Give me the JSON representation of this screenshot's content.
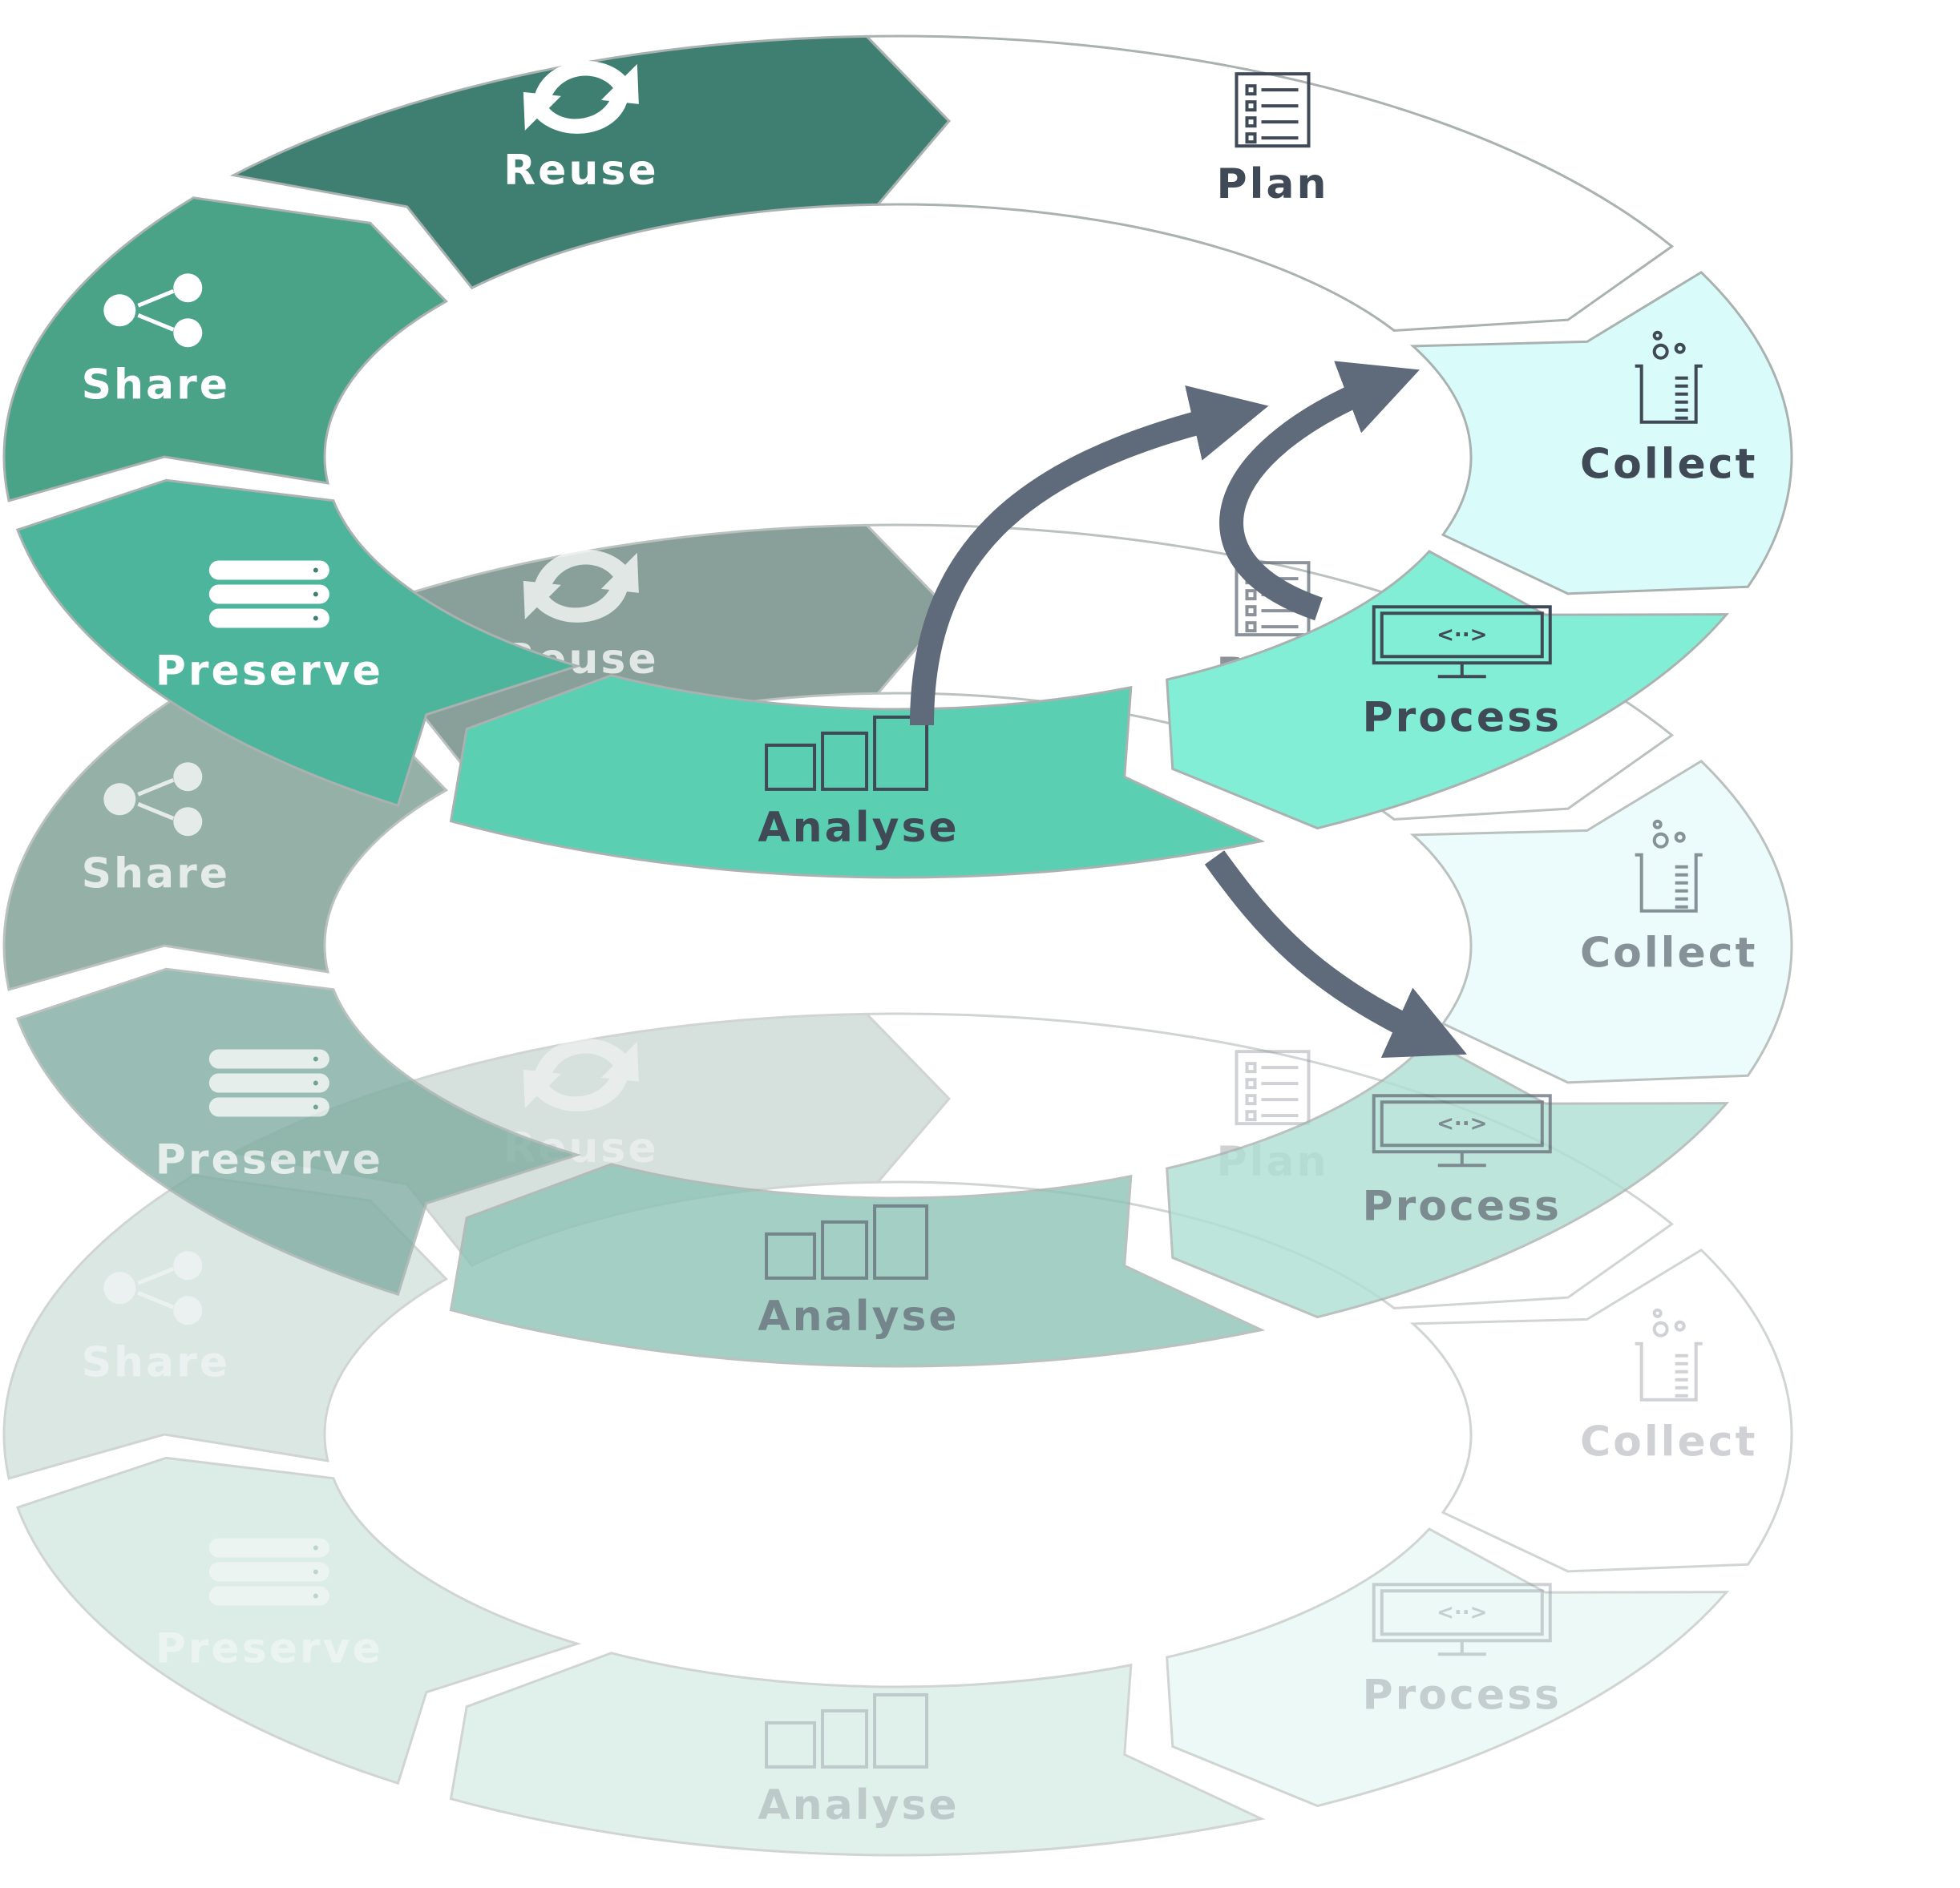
{
  "stages": [
    {
      "key": "plan",
      "label": "Plan",
      "icon": "checklist-icon"
    },
    {
      "key": "collect",
      "label": "Collect",
      "icon": "beaker-icon"
    },
    {
      "key": "process",
      "label": "Process",
      "icon": "monitor-code-icon"
    },
    {
      "key": "analyse",
      "label": "Analyse",
      "icon": "bar-chart-icon"
    },
    {
      "key": "preserve",
      "label": "Preserve",
      "icon": "database-icon"
    },
    {
      "key": "share",
      "label": "Share",
      "icon": "share-icon"
    },
    {
      "key": "reuse",
      "label": "Reuse",
      "icon": "refresh-arrows-icon"
    }
  ],
  "layers": [
    {
      "name": "layer-1",
      "opacity": 1.0,
      "label_opacity": 1.0,
      "fills": {
        "plan": "#ffffff",
        "collect": "#d9fbf9",
        "process": "#82eed5",
        "analyse": "#5bcfb1",
        "preserve": "#4db59b",
        "share": "#4aa386",
        "reuse": "#3f7f71"
      }
    },
    {
      "name": "layer-2",
      "opacity": 0.8,
      "label_opacity": 0.75,
      "fills": {
        "plan": "#ffffff",
        "collect": "#e8fbfa",
        "process": "#aedfd2",
        "analyse": "#8ec3b6",
        "preserve": "#80ada2",
        "share": "#7b9e92",
        "reuse": "#6c8880"
      }
    },
    {
      "name": "layer-3",
      "opacity": 0.55,
      "label_opacity": 0.45,
      "fills": {
        "plan": "#ffffff",
        "collect": "#ffffff",
        "process": "#dcf5ef",
        "analyse": "#c7e6dd",
        "preserve": "#c0dcd4",
        "share": "#bdd3cc",
        "reuse": "#b4c6c2"
      }
    }
  ],
  "colors": {
    "dark_text": "#3f4a56",
    "light_text": "#ffffff",
    "arrow": "#5f6b7b",
    "outline": "#a9b2b0"
  }
}
